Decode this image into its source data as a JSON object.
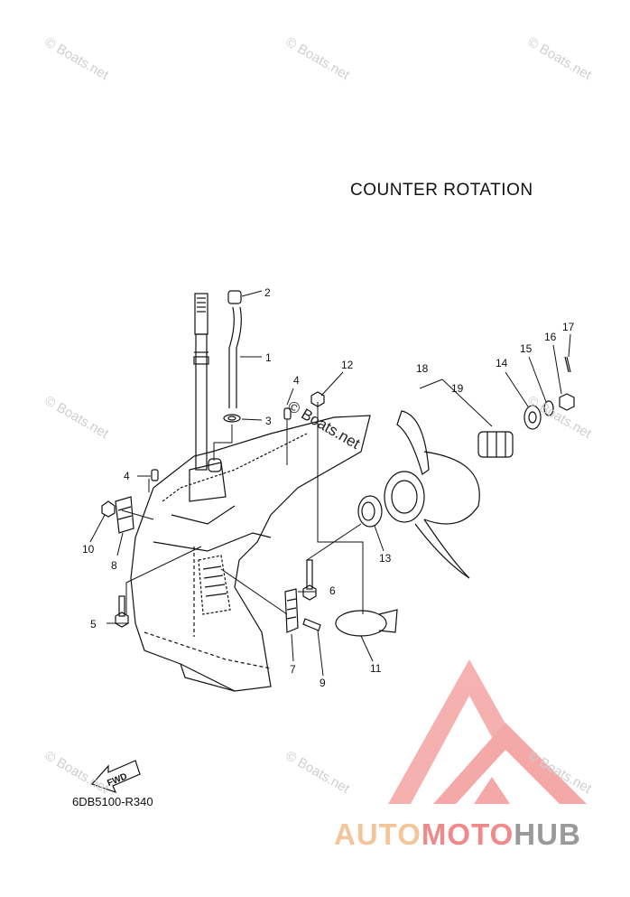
{
  "title": "COUNTER ROTATION",
  "diagram_code": "6DB5100-R340",
  "fwd_label": "FWD",
  "watermark": "© Boats.net",
  "brand": {
    "part1": "AUTO",
    "part2": "MOTO",
    "part3": "HUB"
  },
  "callouts": [
    "1",
    "2",
    "3",
    "4",
    "4",
    "5",
    "6",
    "7",
    "8",
    "9",
    "10",
    "11",
    "12",
    "13",
    "14",
    "15",
    "16",
    "17",
    "18",
    "19"
  ]
}
